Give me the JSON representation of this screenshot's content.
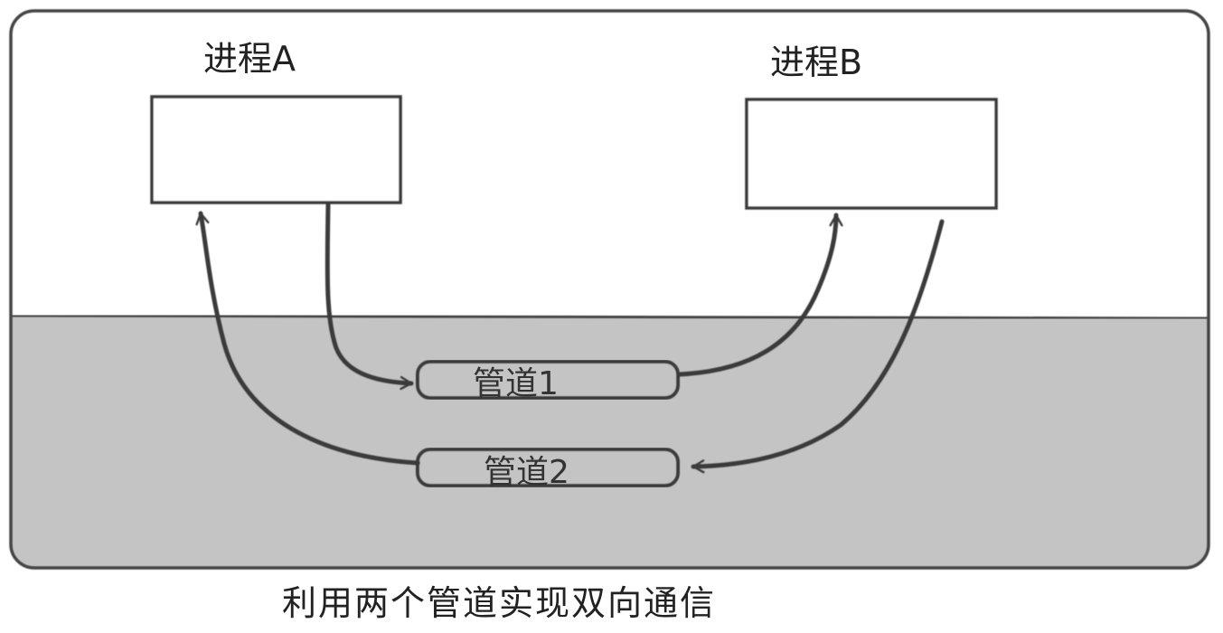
{
  "process_a": {
    "label": "进程A"
  },
  "process_b": {
    "label": "进程B"
  },
  "pipe_1": {
    "label": "管道1"
  },
  "pipe_2": {
    "label": "管道2"
  },
  "caption": "利用两个管道实现双向通信",
  "colors": {
    "user_space": "#ffffff",
    "kernel_space": "#c4c4c4",
    "stroke": "#3a3a3a"
  }
}
